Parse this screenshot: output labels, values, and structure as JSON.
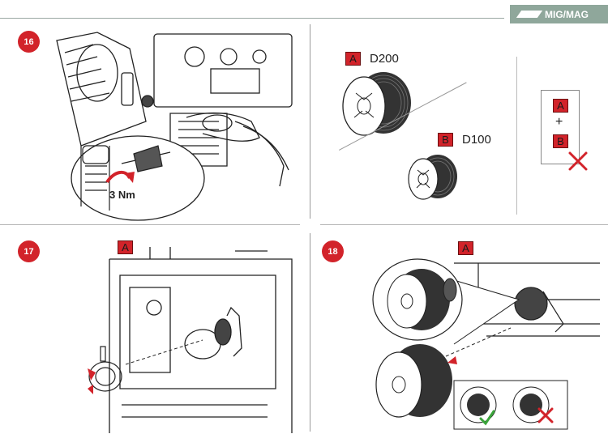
{
  "header": {
    "badge_label": "MIG/MAG"
  },
  "steps": {
    "s16": "16",
    "s17": "17",
    "s18": "18"
  },
  "panel16": {
    "torque": "3 Nm"
  },
  "spools": {
    "a_tag": "A",
    "a_size": "D200",
    "b_tag": "B",
    "b_size": "D100"
  },
  "combo_box": {
    "a_tag": "A",
    "plus": "+",
    "b_tag": "B"
  },
  "panel17": {
    "tag": "A"
  },
  "panel18": {
    "tag": "A"
  }
}
